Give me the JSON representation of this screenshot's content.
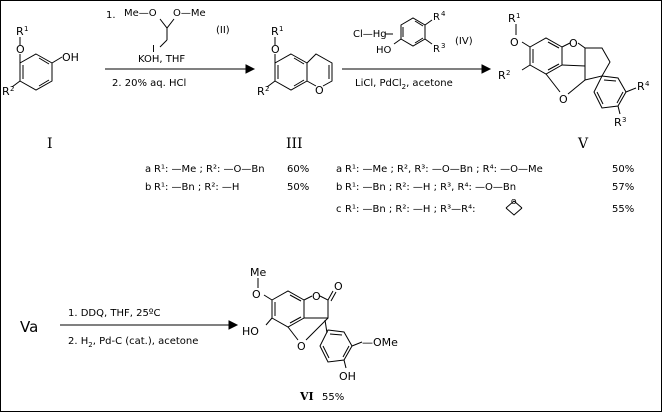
{
  "compound_labels": {
    "I": "I",
    "III": "III",
    "V": "V",
    "VI": "VI",
    "Va": "Va"
  },
  "substituents": {
    "r1": "R",
    "r1_sup": "1",
    "r2": "R",
    "r2_sup": "2",
    "r3": "R",
    "r3_sup": "3",
    "r4": "R",
    "r4_sup": "4",
    "oh": "OH",
    "ho": "HO",
    "o": "O",
    "me": "Me",
    "ome": "—OMe",
    "clhg": "Cl—Hg"
  },
  "reagent_II": {
    "top_left": "Me—O",
    "top_right": "O—Me",
    "iodo": "I",
    "label": "(II)",
    "step1_num": "1.",
    "step1": "KOH, THF",
    "step2": "2. 20% aq. HCl"
  },
  "reagent_IV": {
    "label": "(IV)",
    "conditions": "LiCl, PdCl",
    "conditions_sub": "2",
    "conditions_tail": ", acetone"
  },
  "reagent_VI": {
    "step1": "1. DDQ, THF, 25ºC",
    "step2_a": "2. H",
    "step2_sub": "2",
    "step2_b": ", Pd-C (cat.), acetone",
    "yield": "55%"
  },
  "table_III": [
    {
      "id": "a",
      "text": "R¹: —Me ; R²: —O—Bn",
      "yield": "60%"
    },
    {
      "id": "b",
      "text": "R¹: —Bn ; R²: —H",
      "yield": "50%"
    }
  ],
  "table_V": [
    {
      "id": "a",
      "text": "R¹: —Me ; R², R³: —O—Bn ; R⁴: —O—Me",
      "yield": "50%"
    },
    {
      "id": "b",
      "text": "R¹: —Bn ; R²: —H ; R³, R⁴: —O—Bn",
      "yield": "57%"
    },
    {
      "id": "c",
      "text": "R¹: —Bn ; R²: —H ; R³—R⁴:",
      "yield": "55%"
    }
  ]
}
